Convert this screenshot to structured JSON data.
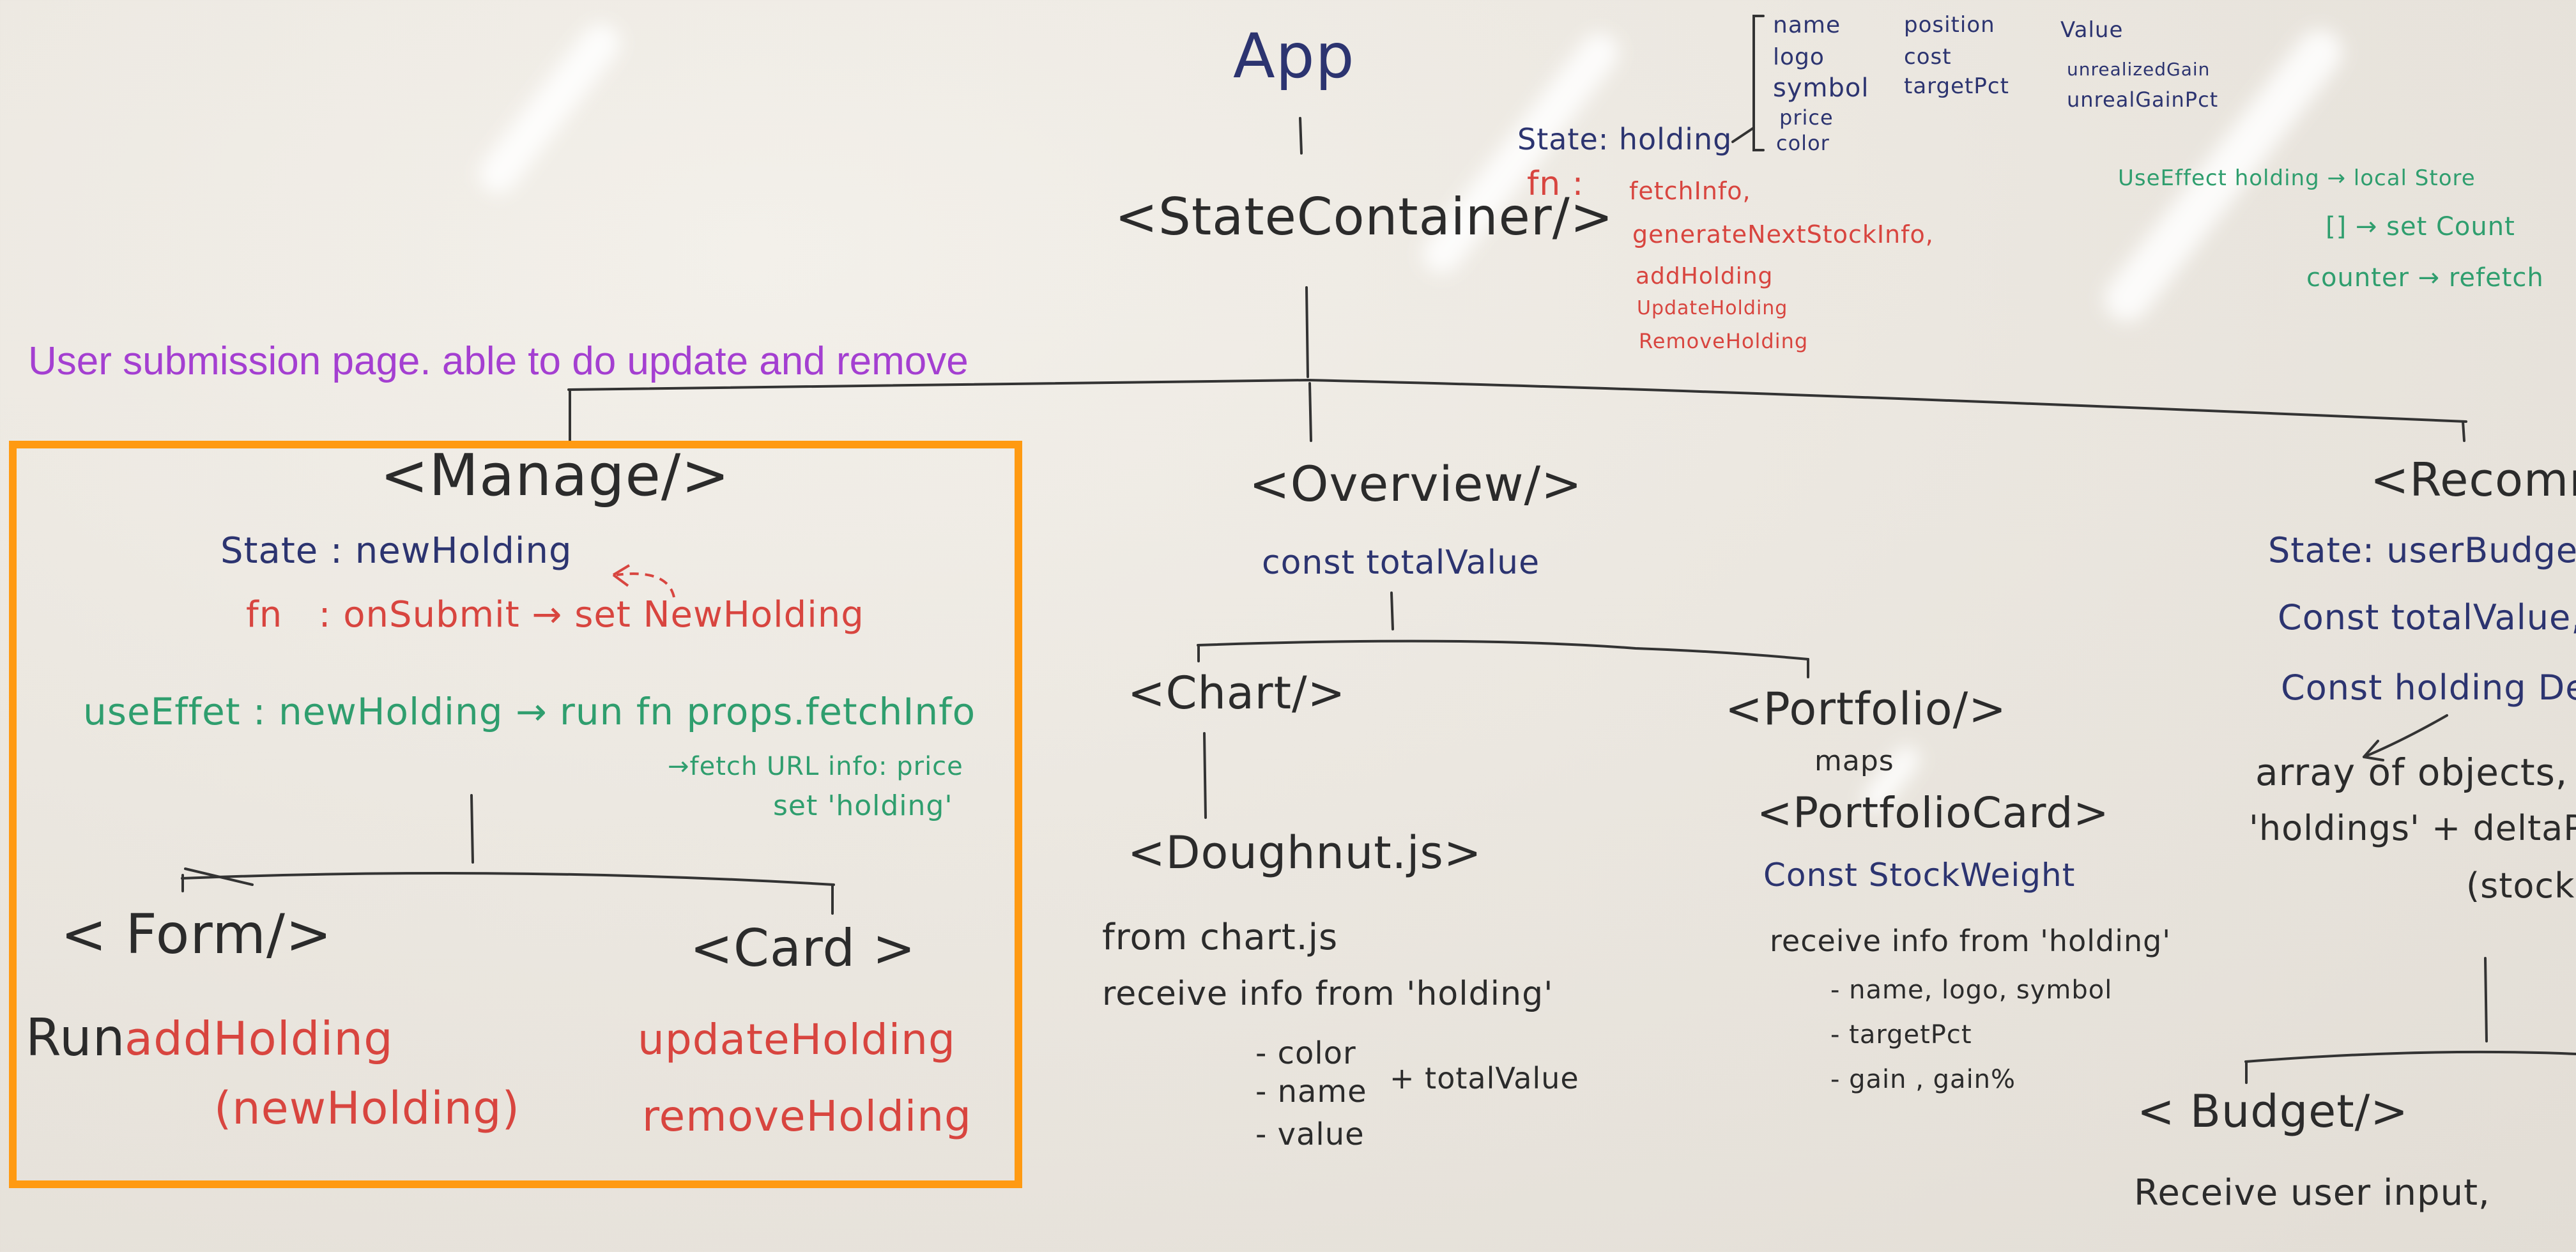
{
  "annotation": {
    "text": "User submission page. able to do update and remove",
    "color": "#a43fd1"
  },
  "highlight_color": "#ff9a12",
  "app": {
    "title": "App",
    "state_container": "<StateContainer/>",
    "state_label": "State: holding",
    "state_fields": [
      "name",
      "logo",
      "symbol",
      "price",
      "color",
      "position",
      "cost",
      "targetPct",
      "Value",
      "unrealizedGain",
      "unrealGainPct"
    ],
    "fn_label": "fn :",
    "fns": [
      "fetchInfo,",
      "generateNextStockInfo,",
      "addHolding",
      "UpdateHolding",
      "RemoveHolding"
    ],
    "use_effect": [
      "UseEffect holding → local Store",
      "[] → set Count",
      "counter → refetch"
    ]
  },
  "manage": {
    "title": "<Manage/>",
    "state": "State : newHolding",
    "fn": "fn   : onSubmit → set NewHolding",
    "use_effect": "useEffet : newHolding → run fn props.fetchInfo",
    "fetch_line1": "→fetch URL info: price",
    "fetch_line2": "set 'holding'",
    "form": "< Form/>",
    "card": "<Card >",
    "run": "Run",
    "add_holding": "addHolding",
    "new_holding_arg": "(newHolding)",
    "update_holding": "updateHolding",
    "remove_holding": "removeHolding"
  },
  "overview": {
    "title": "<Overview/>",
    "const_total": "const totalValue",
    "chart": "<Chart/>",
    "portfolio": "<Portfolio/>",
    "maps": "maps",
    "portfolio_card": "<PortfolioCard>",
    "const_weight": "Const StockWeight",
    "doughnut": "<Doughnut.js>",
    "from_chartjs": "from chart.js",
    "receive_chart": "receive info from 'holding'",
    "chart_items": [
      "- color",
      "- name",
      "- value"
    ],
    "plus_total": "+ totalValue",
    "receive_portfolio": "receive info from 'holding'",
    "portfolio_items": [
      "- name, logo, symbol",
      "- targetPct",
      "- gain , gain%"
    ]
  },
  "recommend": {
    "title": "<Recommen",
    "state": "State: userBudget",
    "const_total": "Const totalValue,",
    "const_delta": "Const holding Delt",
    "array_line1": "array of objects, i",
    "array_line2": "'holdings' + deltaPc",
    "array_line3": "(stockW",
    "budget": "< Budget/>",
    "receive_input": "Receive user input,"
  }
}
